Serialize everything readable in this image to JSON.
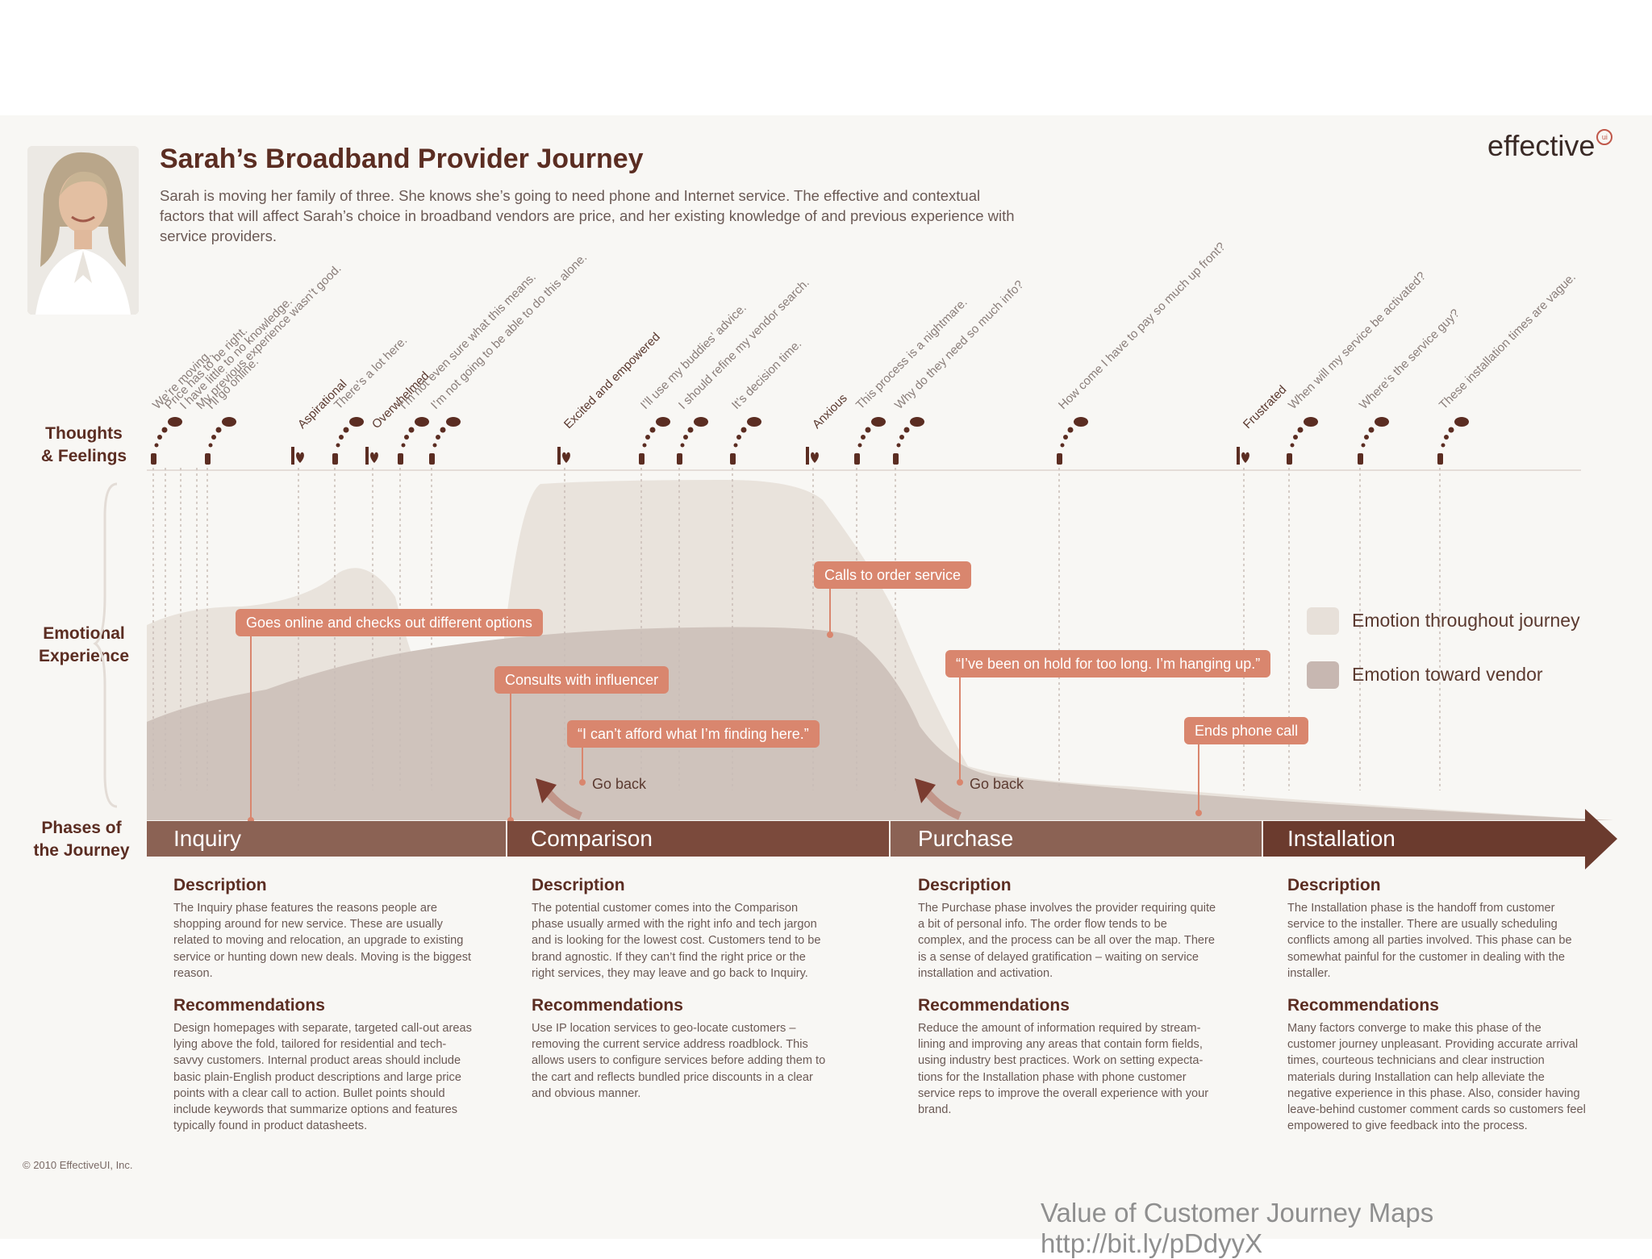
{
  "header": {
    "title": "Sarah’s Broadband Provider Journey",
    "intro": "Sarah is moving her family of three. She knows she’s going to need phone and Internet service. The effective and contextual factors that will affect Sarah’s choice in broadband vendors are price, and her existing knowledge of and previous experience with service providers.",
    "logo": "effective",
    "logo_badge": "ui"
  },
  "row_labels": {
    "thoughts": "Thoughts\n& Feelings",
    "emotional": "Emotional\nExperience",
    "phases": "Phases of\nthe Journey"
  },
  "thoughts": [
    "We’re moving.",
    "Price has to be right.",
    "I have little to no knowledge.",
    "My previous experience wasn’t good.",
    "I’ll go online.",
    "Aspirational",
    "There’s a lot here.",
    "Overwhelmed",
    "I’m not even sure what this means.",
    "I’m not going to be able to do this alone.",
    "Excited and empowered",
    "I’ll use my buddies’ advice.",
    "I should refine my vendor search.",
    "It’s decision time.",
    "Anxious",
    "This process is a nightmare.",
    "Why do they need so much info?",
    "How come I have to pay so much up front?",
    "Frustrated",
    "When will my service be activated?",
    "Where’s the service guy?",
    "These installation times are vague."
  ],
  "callouts": {
    "goes_online": "Goes online and checks out different options",
    "consults": "Consults with influencer",
    "cant_afford": "“I can’t afford what I’m finding here.”",
    "calls_order": "Calls to order service",
    "on_hold": "“I’ve been on hold for too long. I’m hanging up.”",
    "ends_call": "Ends phone call",
    "go_back_1": "Go back",
    "go_back_2": "Go back"
  },
  "legend": {
    "throughout": "Emotion throughout journey",
    "vendor": "Emotion toward vendor",
    "throughout_color": "#e7e0d9",
    "vendor_color": "#cdbfb8"
  },
  "phases": [
    {
      "name": "Inquiry",
      "description_heading": "Description",
      "description": "The Inquiry phase features the reasons people are shopping around for new service. These are usually related to moving and relocation, an upgrade to existing service or hunting down new deals. Moving is the biggest reason.",
      "recommendations_heading": "Recommendations",
      "recommendations": "Design homepages with separate, targeted call-out areas lying above the fold, tailored for residential and tech-savvy customers. Internal product areas should include basic plain-English product descriptions and large price points with a clear call to action. Bullet points should include keywords that summarize options and features typically found in product datasheets."
    },
    {
      "name": "Comparison",
      "description_heading": "Description",
      "description": "The potential customer comes into the Comparison phase usually armed with the right info and tech jargon and is looking for the lowest cost. Customers tend to be brand agnostic. If they can’t find the right price or the right services, they may leave and go back to Inquiry.",
      "recommendations_heading": "Recommendations",
      "recommendations": "Use IP location services to geo-locate customers – removing the current service address roadblock. This allows users to configure services before adding them to the cart and reflects bundled price discounts in a clear and obvious manner."
    },
    {
      "name": "Purchase",
      "description_heading": "Description",
      "description": "The Purchase phase involves the provider requiring quite a bit of personal info. The order flow tends to be complex, and the process can be all over the map. There is a sense of delayed gratification – waiting on service installation and activation.",
      "recommendations_heading": "Recommendations",
      "recommendations": "Reduce the amount of information required by stream-lining and improving any areas that contain form fields, using industry best practices. Work on setting expecta-tions for the Installation phase with phone customer service reps to improve the overall experience with your brand."
    },
    {
      "name": "Installation",
      "description_heading": "Description",
      "description": "The Installation phase is the handoff from customer service to the installer. There are usually scheduling conflicts among all parties involved. This phase can be somewhat painful for the customer in dealing with the installer.",
      "recommendations_heading": "Recommendations",
      "recommendations": "Many factors converge to make this phase of the customer journey unpleasant. Providing accurate arrival times, courteous technicians and clear instruction materials during Installation can help alleviate the negative experience in this phase. Also, consider having leave-behind customer comment cards so customers feel empowered to give feedback into the process."
    }
  ],
  "colors": {
    "phase_bar": "#7b4a3c",
    "accent": "#d9866e",
    "title": "#5b2d22"
  },
  "footer": {
    "copyright": "© 2010 EffectiveUI, Inc.",
    "caption": "Value of Customer Journey Maps http://bit.ly/pDdyyX"
  }
}
